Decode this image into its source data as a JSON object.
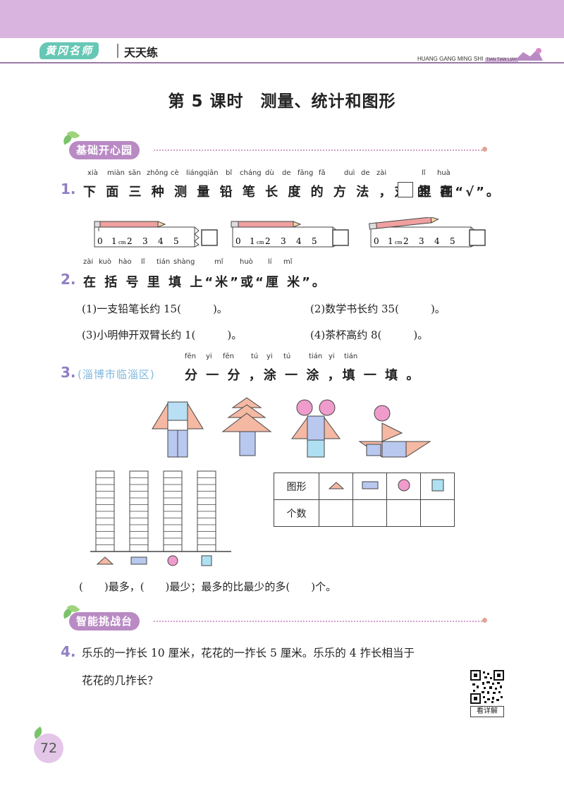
{
  "header": {
    "brand": "黄冈名师",
    "series": "天天练",
    "pinyin": "HUANG GANG MING SHI",
    "pinyin_small": "TIAN TIAN LIAN"
  },
  "title": "第 5 课时　测量、统计和图形",
  "sections": {
    "basic": "基础开心园",
    "challenge": "智能挑战台"
  },
  "q1": {
    "num": "1.",
    "pinyin": [
      "xià",
      "miàn",
      "sān",
      "zhǒng",
      "cè",
      "liáng",
      "qiān",
      "bǐ",
      "cháng",
      "dù",
      "de",
      "fāng",
      "fǎ",
      "duì",
      "de",
      "zài",
      "lǐ",
      "huà"
    ],
    "text_a": "下 面 三 种 测 量 铅 笔 长 度 的 方 法 ，对 的 在",
    "text_b": "里 画“√”。",
    "ruler_labels": [
      "0",
      "1",
      "cm",
      "2",
      "3",
      "4",
      "5"
    ]
  },
  "q2": {
    "num": "2.",
    "pinyin": [
      "zài",
      "kuò",
      "hào",
      "lǐ",
      "tián",
      "shàng",
      "mǐ",
      "huò",
      "lí",
      "mǐ"
    ],
    "text": "在 括 号 里 填 上“米”或“厘 米”。",
    "items": [
      "(1)一支铅笔长约 15(　　　)。",
      "(2)数学书长约 35(　　　)。",
      "(3)小明伸开双臂长约 1(　　　)。",
      "(4)茶杯高约 8(　　　)。"
    ]
  },
  "q3": {
    "num": "3.",
    "source": "(淄博市临淄区)",
    "pinyin": [
      "fēn",
      "yi",
      "fēn",
      "tú",
      "yi",
      "tú",
      "tián",
      "yi",
      "tián"
    ],
    "text": "分 一 分 ，涂 一 涂 ，填 一 填 。",
    "table_header": "图形",
    "table_row": "个数",
    "answer_line": "(　　)最多，(　　)最少；最多的比最少的多(　　)个。"
  },
  "q4": {
    "num": "4.",
    "line1": "乐乐的一拃长 10 厘米，花花的一拃长 5 厘米。乐乐的 4 拃长相当于",
    "line2": "花花的几拃长？"
  },
  "qr_label": "看详解",
  "page_number": "72",
  "colors": {
    "header": "#d8b4de",
    "banner": "#b98ac4",
    "qnum": "#8f7fc4",
    "triangle": "#f4b8a3",
    "rectangle": "#b9c8ef",
    "circle": "#ef9ccd",
    "square": "#aee0f2"
  }
}
